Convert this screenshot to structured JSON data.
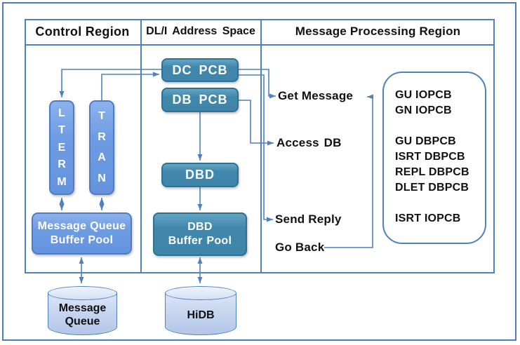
{
  "colors": {
    "line": "#4f81bd",
    "frame": "#4f7dbf",
    "teal_box": "#4187ab",
    "blue_box": "#6d9ce3",
    "cylinder_fill": "#c3d2ee",
    "box_text": "#ffffff",
    "label_text": "#111111"
  },
  "headers": {
    "control": "Control Region",
    "dli": "DL/I Address Space",
    "mpr": "Message Processing Region"
  },
  "control_region": {
    "lterm": {
      "label": "LTERM",
      "letters": [
        "L",
        "T",
        "E",
        "R",
        "M"
      ]
    },
    "tran": {
      "label": "TRAN",
      "letters": [
        "T",
        "R",
        "A",
        "N"
      ]
    },
    "mq_buffer_pool": {
      "line1": "Message Queue",
      "line2": "Buffer Pool"
    },
    "message_queue_db": {
      "line1": "Message",
      "line2": "Queue"
    }
  },
  "dli_region": {
    "dc_pcb": "DC PCB",
    "db_pcb": "DB PCB",
    "dbd": "DBD",
    "dbd_buffer_pool": {
      "line1": "DBD",
      "line2": "Buffer Pool"
    },
    "hidb_db": "HiDB"
  },
  "mpr_region": {
    "steps": {
      "get_message": "Get Message",
      "access_db": "Access DB",
      "send_reply": "Send Reply",
      "go_back": "Go Back"
    },
    "pcb_calls": {
      "group1": [
        "GU IOPCB",
        "GN IOPCB"
      ],
      "group2": [
        "GU DBPCB",
        "ISRT DBPCB",
        "REPL DBPCB",
        "DLET DBPCB"
      ],
      "group3": [
        "ISRT IOPCB"
      ]
    }
  }
}
